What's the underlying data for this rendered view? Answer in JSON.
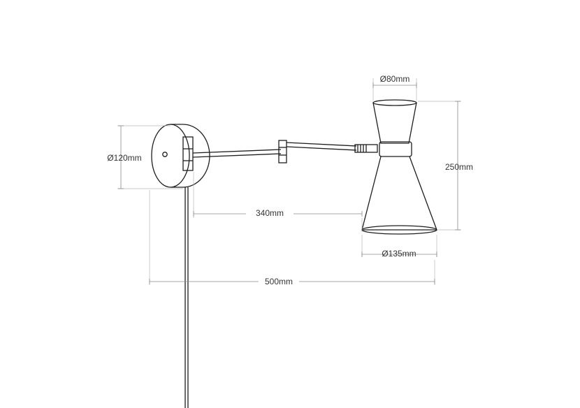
{
  "diagram": {
    "dimensions": {
      "shade_top_diameter": "Ø80mm",
      "base_diameter": "Ø120mm",
      "lamp_height": "250mm",
      "arm_length": "340mm",
      "shade_bottom_diameter": "Ø135mm",
      "total_length": "500mm"
    }
  },
  "colors": {
    "outline": "#1e1e1e",
    "dimension_line": "#8a8a8a",
    "extension_line": "#b9b9b9",
    "text": "#333333"
  }
}
